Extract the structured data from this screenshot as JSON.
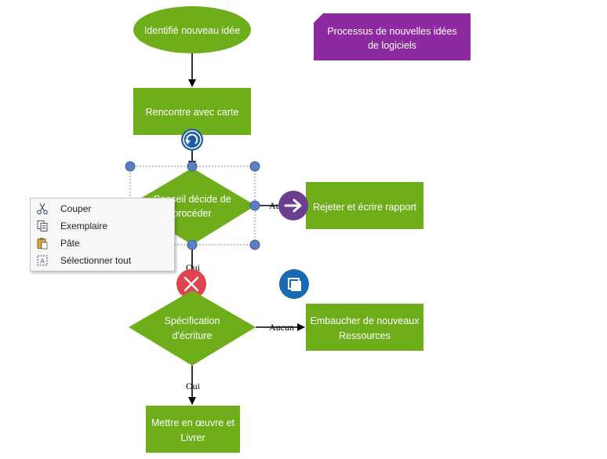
{
  "colors": {
    "green": "#6fae1b",
    "purple": "#8d2aa0",
    "selection_handle": "#5a7fc2",
    "connect_button": "#1d5ea3",
    "delete_button": "#e0434f",
    "nav_button": "#6b3e8f",
    "copy_button": "#1a69b3"
  },
  "diagram": {
    "start_label": "Identifié nouveau idée",
    "note_label_line1": "Processus de nouvelles idées",
    "note_label_line2": "de logiciels",
    "meet_label": "Rencontre avec carte",
    "decision1_label_line1": "Conseil décide de",
    "decision1_label_line2": "procéder",
    "reject_label": "Rejeter et écrire rapport",
    "spec_label_line1": "Spécification",
    "spec_label_line2": "d'écriture",
    "hire_label_line1": "Embaucher de nouveaux",
    "hire_label_line2": "Ressources",
    "deliver_label_line1": "Mettre en œuvre et",
    "deliver_label_line2": "Livrer",
    "edge_none_1": "Aucun",
    "edge_yes_1": "Oui",
    "edge_none_2": "Aucun",
    "edge_yes_2": "Oui"
  },
  "context_menu": {
    "items": [
      {
        "label": "Couper",
        "icon": "scissors-icon"
      },
      {
        "label": "Exemplaire",
        "icon": "copy-icon"
      },
      {
        "label": "Pâte",
        "icon": "paste-icon"
      },
      {
        "label": "Sélectionner tout",
        "icon": "select-all-icon"
      }
    ]
  }
}
